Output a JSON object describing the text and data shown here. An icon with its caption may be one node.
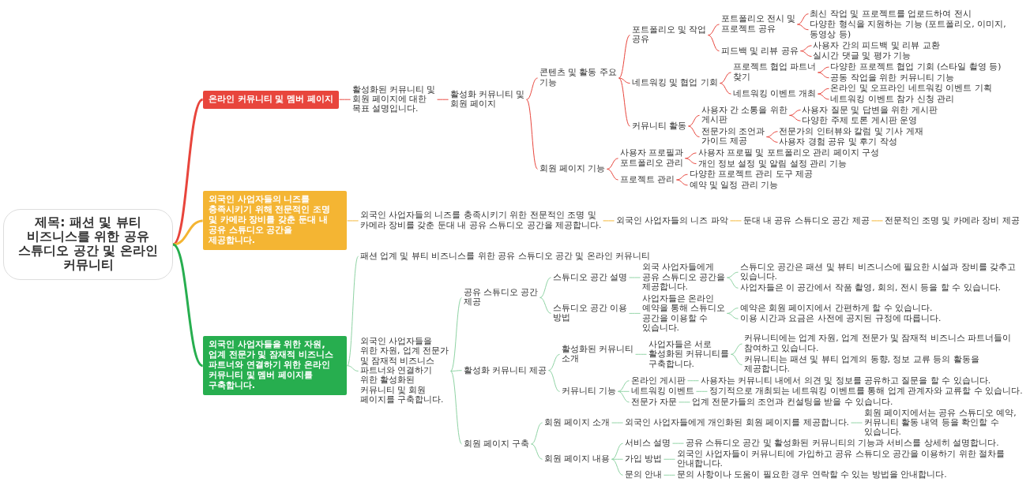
{
  "diagram": {
    "nodes": [
      {
        "text": [
          "제목: 패션 및 뷰티 비즈니스를 위한 공유 스튜디오 공간 및 온라인 커뮤니티"
        ]
      },
      {
        "text": [
          "온라인 커뮤니티 및 멤버 페이지"
        ]
      },
      {
        "text": [
          "활성화된 커뮤니티 및 회원 페이지에 대한 목표 설명입니다."
        ]
      },
      {
        "text": [
          "활성화 커뮤니티 및 회원 페이지"
        ]
      },
      {
        "text": [
          "콘텐츠 및 활동 주요 기능"
        ]
      },
      {
        "text": [
          "포트폴리오 및 작업 공유"
        ]
      },
      {
        "text": [
          "포트폴리오 전시 및 프로젝트 공유"
        ]
      },
      {
        "text": [
          "최신 작업 및 프로젝트를 업로드하여 전시"
        ]
      },
      {
        "text": [
          "다양한 형식을 지원하는 기능 (포트폴리오, 이미지, 동영상 등)"
        ]
      },
      {
        "text": [
          "피드백 및 리뷰 공유"
        ]
      },
      {
        "text": [
          "사용자 간의 피드백 및 리뷰 교환"
        ]
      },
      {
        "text": [
          "실시간 댓글 및 평가 기능"
        ]
      },
      {
        "text": [
          "네트워킹 및 협업 기회"
        ]
      },
      {
        "text": [
          "프로젝트 협업 파트너 찾기"
        ]
      },
      {
        "text": [
          "다양한 프로젝트 협업 기회 (스타일 촬영 등)"
        ]
      },
      {
        "text": [
          "공동 작업을 위한 커뮤니티 기능"
        ]
      },
      {
        "text": [
          "네트워킹 이벤트 개최"
        ]
      },
      {
        "text": [
          "온라인 및 오프라인 네트워킹 이벤트 기획"
        ]
      },
      {
        "text": [
          "네트워킹 이벤트 참가 신청 관리"
        ]
      },
      {
        "text": [
          "커뮤니티 활동"
        ]
      },
      {
        "text": [
          "사용자 간 소통을 위한 게시판"
        ]
      },
      {
        "text": [
          "사용자 질문 및 답변을 위한 게시판"
        ]
      },
      {
        "text": [
          "다양한 주제 토론 게시판 운영"
        ]
      },
      {
        "text": [
          "전문가의 조언과 가이드 제공"
        ]
      },
      {
        "text": [
          "전문가의 인터뷰와 칼럼 및 기사 게재"
        ]
      },
      {
        "text": [
          "사용자 경험 공유 및 후기 작성"
        ]
      },
      {
        "text": [
          "회원 페이지 기능"
        ]
      },
      {
        "text": [
          "사용자 프로필과 포트폴리오 관리"
        ]
      },
      {
        "text": [
          "사용자 프로필 및 포트폴리오 관리 페이지 구성"
        ]
      },
      {
        "text": [
          "개인 정보 설정 및 알림 설정 관리 기능"
        ]
      },
      {
        "text": [
          "프로젝트 관리"
        ]
      },
      {
        "text": [
          "다양한 프로젝트 관리 도구 제공"
        ]
      },
      {
        "text": [
          "예약 및 일정 관리 기능"
        ]
      },
      {
        "text": [
          "외국인 사업자들의 니즈를 충족시키기 위해 전문적인 조명 및 카메라 장비를 갖춘 둔대 내 공유 스튜디오 공간을 제공합니다."
        ]
      },
      {
        "text": [
          "외국인 사업자들의 니즈를 충족시키기 위한 전문적인 조명 및 카메라 장비를 갖춘 둔대 내 공유 스튜디오 공간을 제공합니다."
        ]
      },
      {
        "text": [
          "외국인 사업자들의 니즈 파악"
        ]
      },
      {
        "text": [
          "둔대 내 공유 스튜디오 공간 제공"
        ]
      },
      {
        "text": [
          "전문적인 조명 및 카메라 장비 제공"
        ]
      },
      {
        "text": [
          "외국인 사업자들을 위한 자원, 업계 전문가 및 잠재적 비즈니스 파트너와 연결하기 위한 온라인 커뮤니티 및 멤버 페이지를 구축합니다."
        ]
      },
      {
        "text": [
          "패션 업계 및 뷰티 비즈니스를 위한 공유 스튜디오 공간 및 온라인 커뮤니티"
        ]
      },
      {
        "text": [
          "외국인 사업자들을 위한 자원, 업계 전문가 및 잠재적 비즈니스 파트너와 연결하기 위한 활성화된 커뮤니티 및 회원 페이지를 구축합니다."
        ]
      },
      {
        "text": [
          "공유 스튜디오 공간 제공"
        ]
      },
      {
        "text": [
          "스튜디오 공간 설명"
        ]
      },
      {
        "text": [
          "외국 사업자들에게 공유 스튜디오 공간을 제공합니다."
        ]
      },
      {
        "text": [
          "스튜디오 공간은 패션 및 뷰티 비즈니스에 필요한 시설과 장비를 갖추고 있습니다."
        ]
      },
      {
        "text": [
          "사업자들은 이 공간에서 작품 촬영, 회의, 전시 등을 할 수 있습니다."
        ]
      },
      {
        "text": [
          "스튜디오 공간 이용 방법"
        ]
      },
      {
        "text": [
          "사업자들은 온라인 예약을 통해 스튜디오 공간을 이용할 수 있습니다."
        ]
      },
      {
        "text": [
          "예약은 회원 페이지에서 간편하게 할 수 있습니다."
        ]
      },
      {
        "text": [
          "이용 시간과 요금은 사전에 공지된 규정에 따릅니다."
        ]
      },
      {
        "text": [
          "활성화 커뮤니티 제공"
        ]
      },
      {
        "text": [
          "활성화된 커뮤니티 소개"
        ]
      },
      {
        "text": [
          "사업자들은 서로 활성화된 커뮤니티를 구축합니다."
        ]
      },
      {
        "text": [
          "커뮤니티에는 업계 자원, 업계 전문가 및 잠재적 비즈니스 파트너들이 참여하고 있습니다."
        ]
      },
      {
        "text": [
          "커뮤니티는 패션 및 뷰티 업계의 동향, 정보 교류 등의 활동을 제공합니다."
        ]
      },
      {
        "text": [
          "커뮤니티 기능"
        ]
      },
      {
        "text": [
          "온라인 게시판"
        ]
      },
      {
        "text": [
          "사용자는 커뮤니티 내에서 의견 및 정보를 공유하고 질문을 할 수 있습니다."
        ]
      },
      {
        "text": [
          "네트워킹 이벤트"
        ]
      },
      {
        "text": [
          "정기적으로 개최되는 네트워킹 이벤트를 통해 업계 관계자와 교류할 수 있습니다."
        ]
      },
      {
        "text": [
          "전문가 자문"
        ]
      },
      {
        "text": [
          "업계 전문가들의 조언과 컨설팅을 받을 수 있습니다."
        ]
      },
      {
        "text": [
          "회원 페이지 구축"
        ]
      },
      {
        "text": [
          "회원 페이지 소개"
        ]
      },
      {
        "text": [
          "외국인 사업자들에게 개인화된 회원 페이지를 제공합니다."
        ]
      },
      {
        "text": [
          "회원 페이지에서는 공유 스튜디오 예약, 커뮤니티 활동 내역 등을 확인할 수 있습니다."
        ]
      },
      {
        "text": [
          "회원 페이지 내용"
        ]
      },
      {
        "text": [
          "서비스 설명"
        ]
      },
      {
        "text": [
          "공유 스튜디오 공간 및 활성화된 커뮤니티의 기능과 서비스를 상세히 설명합니다."
        ]
      },
      {
        "text": [
          "가입 방법"
        ]
      },
      {
        "text": [
          "외국인 사업자들이 커뮤니티에 가입하고 공유 스튜디오 공간을 이용하기 위한 절차를 안내합니다."
        ]
      },
      {
        "text": [
          "문의 안내"
        ]
      },
      {
        "text": [
          "문의 사항이나 도움이 필요한 경우 연락할 수 있는 방법을 안내합니다."
        ]
      }
    ],
    "edges": [
      {
        "from": 0,
        "to": 1,
        "arrow": "none",
        "style": "thick",
        "color": "#e8453c"
      },
      {
        "from": 1,
        "to": 2,
        "arrow": "none",
        "color": "#e8453c"
      },
      {
        "from": 2,
        "to": 3,
        "arrow": "none",
        "color": "#e8453c"
      },
      {
        "from": 3,
        "to": 4,
        "arrow": "none",
        "color": "#e8453c"
      },
      {
        "from": 4,
        "to": 5,
        "arrow": "none",
        "color": "#e8453c"
      },
      {
        "from": 5,
        "to": 6,
        "arrow": "none",
        "color": "#e8453c"
      },
      {
        "from": 6,
        "to": 7,
        "arrow": "none",
        "color": "#e8453c"
      },
      {
        "from": 6,
        "to": 8,
        "arrow": "none",
        "color": "#e8453c"
      },
      {
        "from": 5,
        "to": 9,
        "arrow": "none",
        "color": "#e8453c"
      },
      {
        "from": 9,
        "to": 10,
        "arrow": "none",
        "color": "#e8453c"
      },
      {
        "from": 9,
        "to": 11,
        "arrow": "none",
        "color": "#e8453c"
      },
      {
        "from": 4,
        "to": 12,
        "arrow": "none",
        "color": "#e8453c"
      },
      {
        "from": 12,
        "to": 13,
        "arrow": "none",
        "color": "#e8453c"
      },
      {
        "from": 13,
        "to": 14,
        "arrow": "none",
        "color": "#e8453c"
      },
      {
        "from": 13,
        "to": 15,
        "arrow": "none",
        "color": "#e8453c"
      },
      {
        "from": 12,
        "to": 16,
        "arrow": "none",
        "color": "#e8453c"
      },
      {
        "from": 16,
        "to": 17,
        "arrow": "none",
        "color": "#e8453c"
      },
      {
        "from": 16,
        "to": 18,
        "arrow": "none",
        "color": "#e8453c"
      },
      {
        "from": 4,
        "to": 19,
        "arrow": "none",
        "color": "#e8453c"
      },
      {
        "from": 19,
        "to": 20,
        "arrow": "none",
        "color": "#e8453c"
      },
      {
        "from": 20,
        "to": 21,
        "arrow": "none",
        "color": "#e8453c"
      },
      {
        "from": 20,
        "to": 22,
        "arrow": "none",
        "color": "#e8453c"
      },
      {
        "from": 19,
        "to": 23,
        "arrow": "none",
        "color": "#e8453c"
      },
      {
        "from": 23,
        "to": 24,
        "arrow": "none",
        "color": "#e8453c"
      },
      {
        "from": 23,
        "to": 25,
        "arrow": "none",
        "color": "#e8453c"
      },
      {
        "from": 3,
        "to": 26,
        "arrow": "none",
        "color": "#e8453c"
      },
      {
        "from": 26,
        "to": 27,
        "arrow": "none",
        "color": "#e8453c"
      },
      {
        "from": 27,
        "to": 28,
        "arrow": "none",
        "color": "#e8453c"
      },
      {
        "from": 27,
        "to": 29,
        "arrow": "none",
        "color": "#e8453c"
      },
      {
        "from": 26,
        "to": 30,
        "arrow": "none",
        "color": "#e8453c"
      },
      {
        "from": 30,
        "to": 31,
        "arrow": "none",
        "color": "#e8453c"
      },
      {
        "from": 30,
        "to": 32,
        "arrow": "none",
        "color": "#e8453c"
      },
      {
        "from": 0,
        "to": 33,
        "arrow": "none",
        "style": "thick",
        "color": "#f4b533"
      },
      {
        "from": 33,
        "to": 34,
        "arrow": "none",
        "color": "#f4b533"
      },
      {
        "from": 34,
        "to": 35,
        "arrow": "none",
        "color": "#f4b533"
      },
      {
        "from": 35,
        "to": 36,
        "arrow": "none",
        "color": "#f4b533"
      },
      {
        "from": 36,
        "to": 37,
        "arrow": "none",
        "color": "#f4b533"
      },
      {
        "from": 0,
        "to": 38,
        "arrow": "none",
        "style": "thick",
        "color": "#27ae4f"
      },
      {
        "from": 38,
        "to": 39,
        "arrow": "none"
      },
      {
        "from": 38,
        "to": 40,
        "arrow": "none"
      },
      {
        "from": 40,
        "to": 41,
        "arrow": "none"
      },
      {
        "from": 41,
        "to": 42,
        "arrow": "none"
      },
      {
        "from": 42,
        "to": 43,
        "arrow": "none"
      },
      {
        "from": 43,
        "to": 44,
        "arrow": "none"
      },
      {
        "from": 43,
        "to": 45,
        "arrow": "none"
      },
      {
        "from": 41,
        "to": 46,
        "arrow": "none"
      },
      {
        "from": 46,
        "to": 47,
        "arrow": "none"
      },
      {
        "from": 47,
        "to": 48,
        "arrow": "none"
      },
      {
        "from": 47,
        "to": 49,
        "arrow": "none"
      },
      {
        "from": 40,
        "to": 50,
        "arrow": "none"
      },
      {
        "from": 50,
        "to": 51,
        "arrow": "none"
      },
      {
        "from": 51,
        "to": 52,
        "arrow": "none"
      },
      {
        "from": 52,
        "to": 53,
        "arrow": "none"
      },
      {
        "from": 52,
        "to": 54,
        "arrow": "none"
      },
      {
        "from": 50,
        "to": 55,
        "arrow": "none"
      },
      {
        "from": 55,
        "to": 56,
        "arrow": "none"
      },
      {
        "from": 56,
        "to": 57,
        "arrow": "none"
      },
      {
        "from": 55,
        "to": 58,
        "arrow": "none"
      },
      {
        "from": 58,
        "to": 59,
        "arrow": "none"
      },
      {
        "from": 55,
        "to": 60,
        "arrow": "none"
      },
      {
        "from": 60,
        "to": 61,
        "arrow": "none"
      },
      {
        "from": 40,
        "to": 62,
        "arrow": "none"
      },
      {
        "from": 62,
        "to": 63,
        "arrow": "none"
      },
      {
        "from": 63,
        "to": 64,
        "arrow": "none"
      },
      {
        "from": 64,
        "to": 65,
        "arrow": "none"
      },
      {
        "from": 62,
        "to": 66,
        "arrow": "none"
      },
      {
        "from": 66,
        "to": 67,
        "arrow": "none"
      },
      {
        "from": 67,
        "to": 68,
        "arrow": "none"
      },
      {
        "from": 66,
        "to": 69,
        "arrow": "none"
      },
      {
        "from": 69,
        "to": 70,
        "arrow": "none"
      },
      {
        "from": 66,
        "to": 71,
        "arrow": "none"
      },
      {
        "from": 71,
        "to": 72,
        "arrow": "none"
      }
    ]
  }
}
